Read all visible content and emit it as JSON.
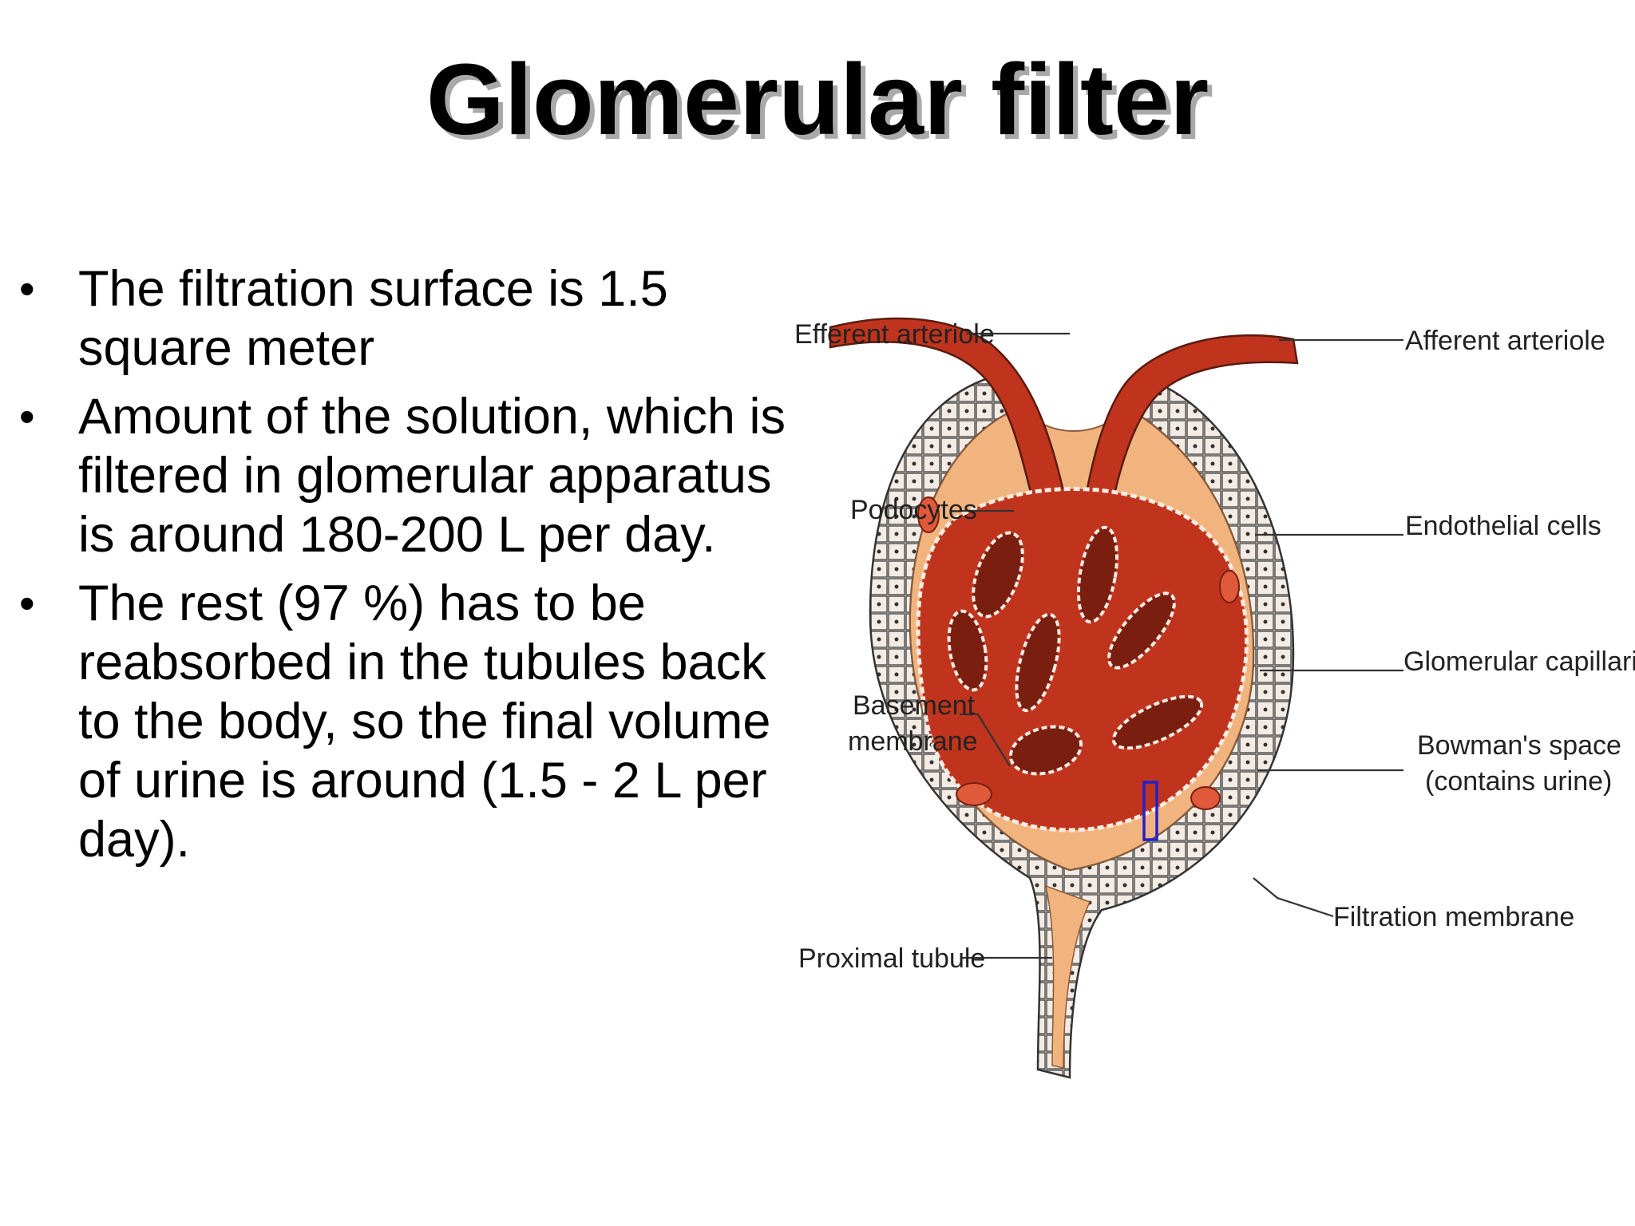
{
  "slide": {
    "title": "Glomerular filter",
    "bullets": [
      "The filtration surface is 1.5 square meter",
      "Amount of the solution, which is filtered in glomerular apparatus is around 180-200 L per day.",
      "The rest (97 %) has to be reabsorbed in the tubules back to the body, so the final volume of urine is around (1.5 - 2 L per day)."
    ]
  },
  "diagram": {
    "labels": {
      "efferent_arteriole": "Efferent arteriole",
      "afferent_arteriole": "Afferent arteriole",
      "podocytes": "Podocytes",
      "endothelial_cells": "Endothelial cells",
      "glomerular_capillaries": "Glomerular capillaries",
      "basement_line1": "Basement",
      "basement_line2": "membrane",
      "bowmans_line1": "Bowman's space",
      "bowmans_line2": "(contains urine)",
      "filtration_membrane": "Filtration membrane",
      "proximal_tubule": "Proximal tubule"
    },
    "colors": {
      "capsule_fill": "#f2b47e",
      "capillary_red": "#c0341d",
      "capillary_dark": "#7a1f10",
      "highlight_box": "#1f1fd0"
    }
  }
}
